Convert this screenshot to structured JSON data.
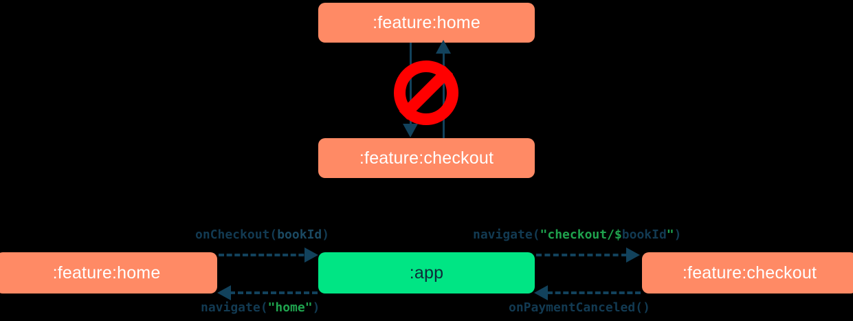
{
  "diagram": {
    "background_color": "#000000",
    "palette": {
      "module_orange": "#FF8A65",
      "app_green": "#00E584",
      "arrow_navy": "#12425C",
      "label_navy": "#123A52",
      "string_green": "#1FA34E",
      "forbidden_red": "#FF0000"
    },
    "top_section": {
      "name": "forbidden-direct-dependency",
      "nodes": [
        {
          "id": "home-top",
          "label": ":feature:home",
          "color": "#FF8A65"
        },
        {
          "id": "checkout-top",
          "label": ":feature:checkout",
          "color": "#FF8A65"
        }
      ],
      "edges": [
        {
          "id": "home-to-checkout",
          "from": "home-top",
          "to": "checkout-top",
          "direction": "down",
          "style": "solid"
        },
        {
          "id": "checkout-to-home",
          "from": "checkout-top",
          "to": "home-top",
          "direction": "up",
          "style": "solid"
        }
      ],
      "overlay_icon": "prohibited-icon"
    },
    "bottom_section": {
      "name": "mediated-navigation",
      "nodes": [
        {
          "id": "home-bot",
          "label": ":feature:home",
          "color": "#FF8A65"
        },
        {
          "id": "app",
          "label": ":app",
          "color": "#00E584"
        },
        {
          "id": "checkout-bot",
          "label": ":feature:checkout",
          "color": "#FF8A65"
        }
      ],
      "edges": [
        {
          "id": "home-to-app",
          "from": "home-bot",
          "to": "app",
          "direction": "right",
          "style": "dashed",
          "label_position": "above",
          "label_tokens": [
            {
              "text": "onCheckout(",
              "kind": "plain"
            },
            {
              "text": "bookId",
              "kind": "ident"
            },
            {
              "text": ")",
              "kind": "plain"
            }
          ],
          "label_text": "onCheckout(bookId)"
        },
        {
          "id": "app-to-checkout",
          "from": "app",
          "to": "checkout-bot",
          "direction": "right",
          "style": "dashed",
          "label_position": "above",
          "label_tokens": [
            {
              "text": "navigate(",
              "kind": "plain"
            },
            {
              "text": "\"checkout/$",
              "kind": "string"
            },
            {
              "text": "bookId",
              "kind": "plain"
            },
            {
              "text": "\"",
              "kind": "string"
            },
            {
              "text": ")",
              "kind": "plain"
            }
          ],
          "label_text": "navigate(\"checkout/$bookId\")"
        },
        {
          "id": "app-to-home",
          "from": "app",
          "to": "home-bot",
          "direction": "left",
          "style": "dashed",
          "label_position": "below",
          "label_tokens": [
            {
              "text": "navigate(",
              "kind": "plain"
            },
            {
              "text": "\"home\"",
              "kind": "string"
            },
            {
              "text": ")",
              "kind": "plain"
            }
          ],
          "label_text": "navigate(\"home\")"
        },
        {
          "id": "checkout-to-app",
          "from": "checkout-bot",
          "to": "app",
          "direction": "left",
          "style": "dashed",
          "label_position": "below",
          "label_tokens": [
            {
              "text": "onPaymentCanceled()",
              "kind": "plain"
            }
          ],
          "label_text": "onPaymentCanceled()"
        }
      ]
    }
  }
}
